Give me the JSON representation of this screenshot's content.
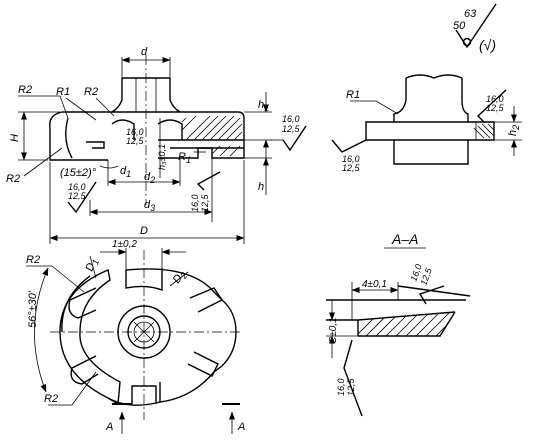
{
  "roughness_general": {
    "top": "63",
    "bottom": "50",
    "paren": "(√)"
  },
  "front_view": {
    "d": "d",
    "H": "H",
    "h": "h",
    "h1": "h",
    "h1_sub": "1",
    "h3": "h₃±0,1",
    "R1": "R1",
    "R1b": "R",
    "R1b_sub": "1",
    "R2_a": "R2",
    "R2_b": "R2",
    "R2_c": "R2",
    "angle": "(15±2)°",
    "d1": "d",
    "d1_sub": "1",
    "d2": "d",
    "d2_sub": "2",
    "d3": "d",
    "d3_sub": "3",
    "D": "D",
    "rough_a_top": "16,0",
    "rough_a_bot": "12,5",
    "rough_b_top": "16,0",
    "rough_b_bot": "12,5",
    "rough_c_top": "16,0",
    "rough_c_bot": "12,5",
    "rough_d_top": "16,0",
    "rough_d_bot": "12,5"
  },
  "side_view": {
    "R1": "R1",
    "h2": "h",
    "h2_sub": "2",
    "rough_a_top": "16,0",
    "rough_a_bot": "12,5",
    "rough_b_top": "16,0",
    "rough_b_bot": "12,5"
  },
  "plan_view": {
    "width_dim": "1±0,2",
    "D1": "D",
    "D1_sub": "1",
    "D2": "D",
    "D2_sub": "2",
    "R2_a": "R2",
    "R2_b": "R2",
    "angle": "56°±30′",
    "section_left": "A",
    "section_right": "A"
  },
  "section_aa": {
    "title": "A–A",
    "width": "4±0,1",
    "height": "C±0,1",
    "rough_a_top": "16,0",
    "rough_a_bot": "12,5",
    "rough_b_top": "16,0",
    "rough_b_bot": "12,5"
  }
}
